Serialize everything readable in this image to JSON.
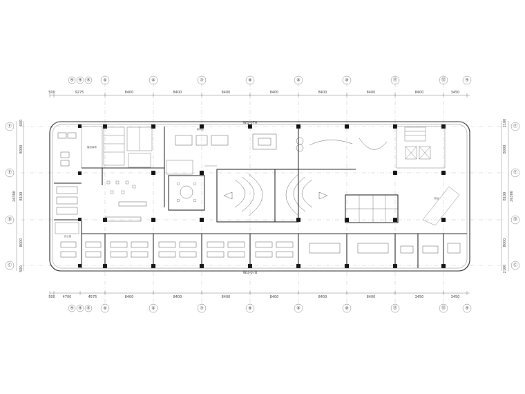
{
  "plan": {
    "axes_top": [
      "④",
      "⑤",
      "⑥",
      "⑦",
      "⑧",
      "⑨",
      "⑩",
      "⑪",
      "⑫"
    ],
    "axes_top_left_small": [
      "④",
      "④",
      "④"
    ],
    "axes_side": [
      "Ⓕ",
      "Ⓔ",
      "Ⓓ",
      "Ⓒ"
    ],
    "dims_top": [
      "500",
      "9275",
      "8400",
      "8400",
      "8400",
      "8400",
      "8400",
      "8400",
      "8400",
      "3450"
    ],
    "dims_bottom": [
      "500",
      "4700",
      "4575",
      "8400",
      "8400",
      "8400",
      "8400",
      "8400",
      "8400",
      "3450"
    ],
    "dims_left": [
      "600",
      "8000",
      "8100",
      "8000",
      "500"
    ],
    "dims_left_total": "26300",
    "dims_right": [
      "2100",
      "8000",
      "8100",
      "8000",
      "2100"
    ],
    "dims_right_total": "26300",
    "wall_label_top": "WQ-07A",
    "wall_label_bottom": "WQ-07B",
    "rooms": {
      "storage": "备品库房",
      "lounge": "休闲区",
      "reception": "前台",
      "office": "办公室"
    }
  }
}
